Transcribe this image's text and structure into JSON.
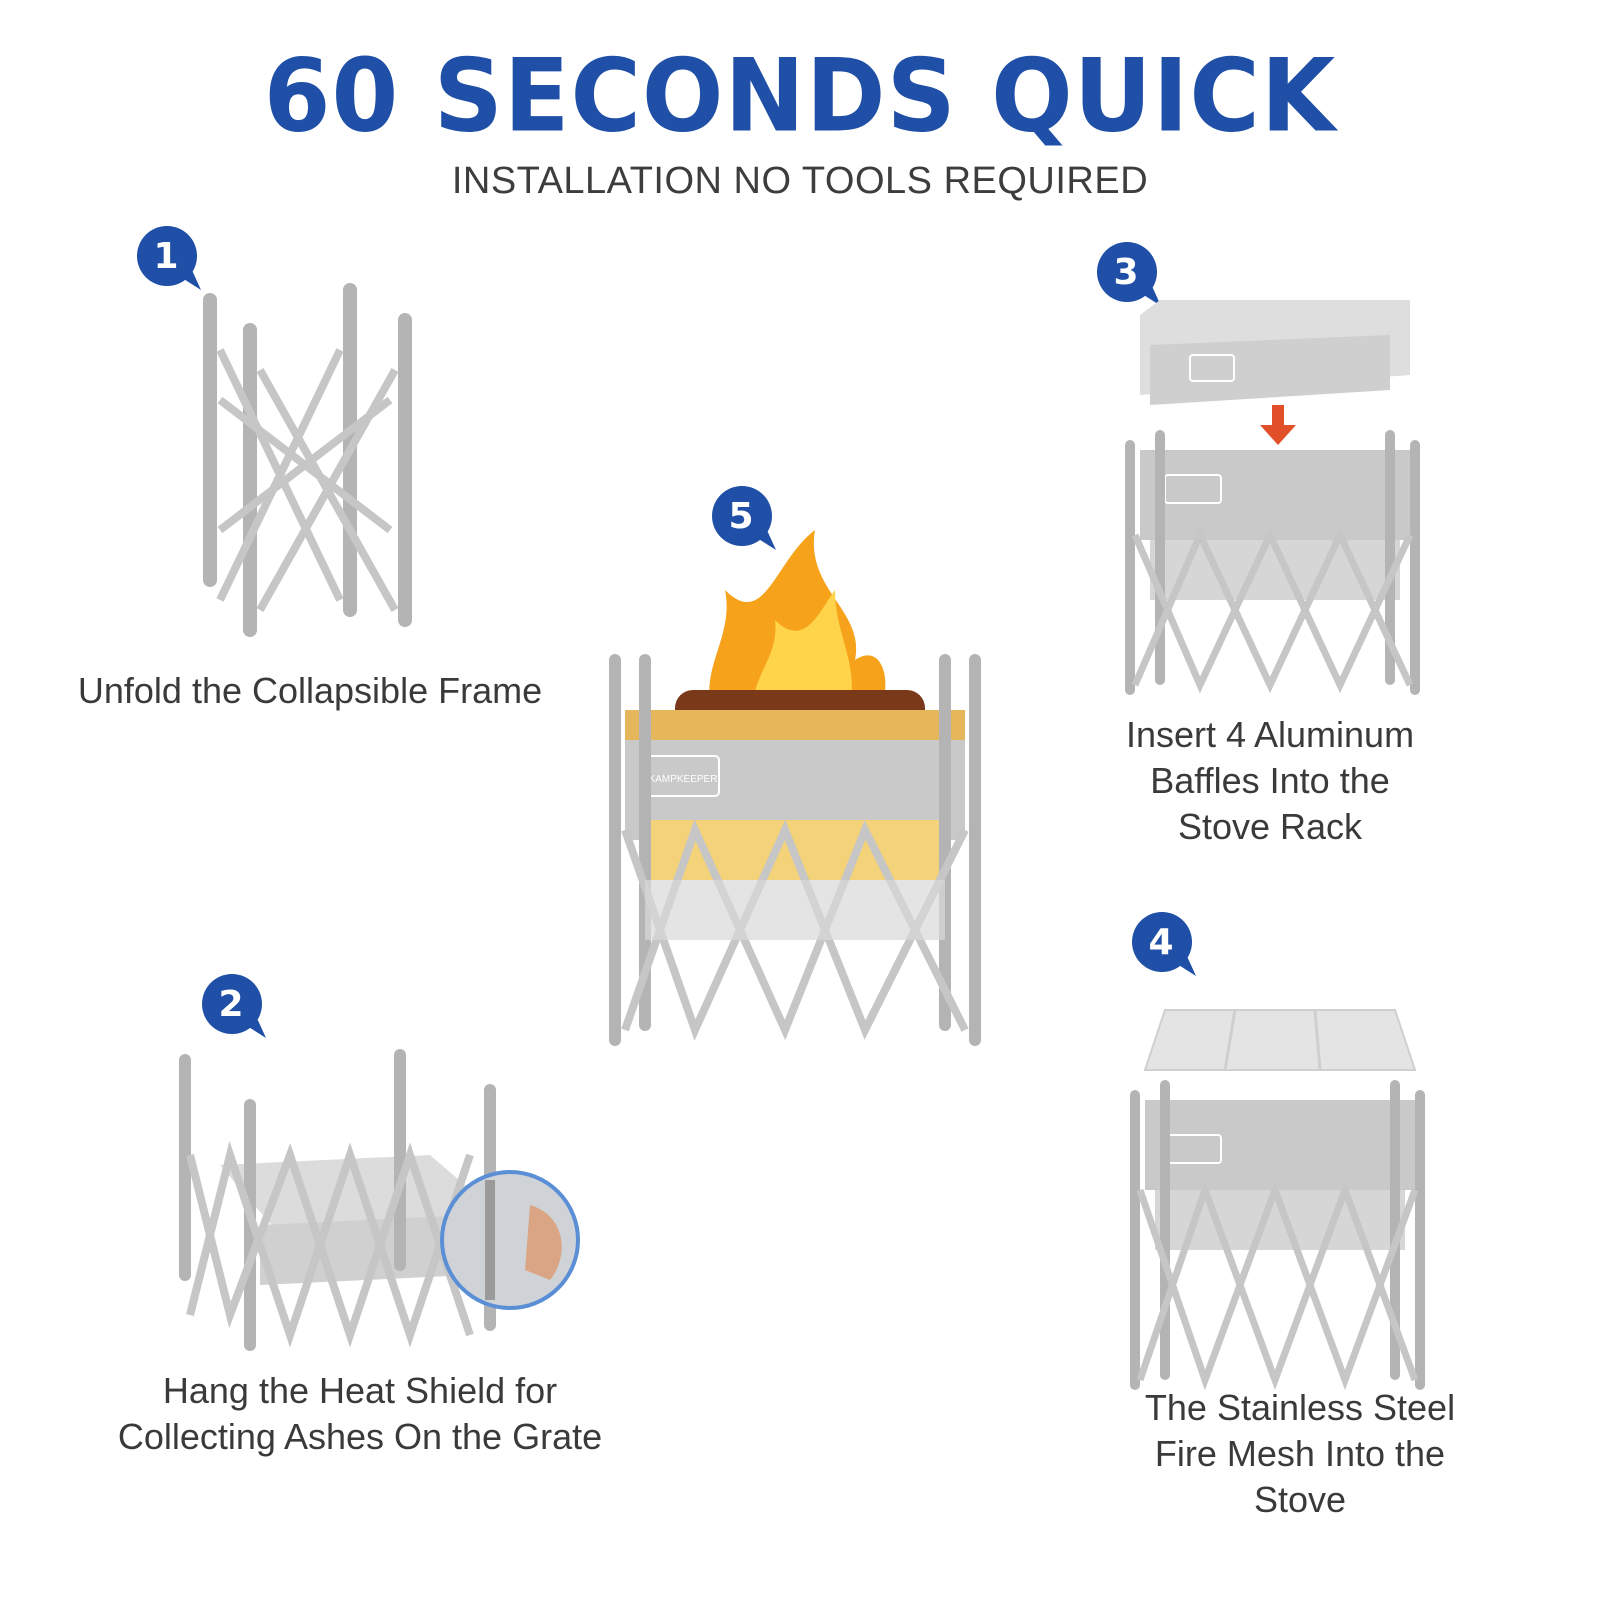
{
  "header": {
    "title": "60 SECONDS QUICK",
    "subtitle": "INSTALLATION NO TOOLS REQUIRED"
  },
  "colors": {
    "badge": "#1f4fa6",
    "title": "#1f4fa6",
    "metal": "#b8b8b8",
    "flame": "#f6a21a",
    "arrow": "#e2502a"
  },
  "steps": [
    {
      "number": "1",
      "caption": "Unfold the Collapsible Frame"
    },
    {
      "number": "2",
      "caption": "Hang the Heat Shield for Collecting Ashes On the Grate"
    },
    {
      "number": "3",
      "caption": "Insert 4 Aluminum Baffles Into the Stove Rack"
    },
    {
      "number": "4",
      "caption": "The Stainless Steel Fire Mesh Into the Stove"
    },
    {
      "number": "5",
      "caption": ""
    }
  ],
  "brand_logo": "KAMPKEEPER"
}
